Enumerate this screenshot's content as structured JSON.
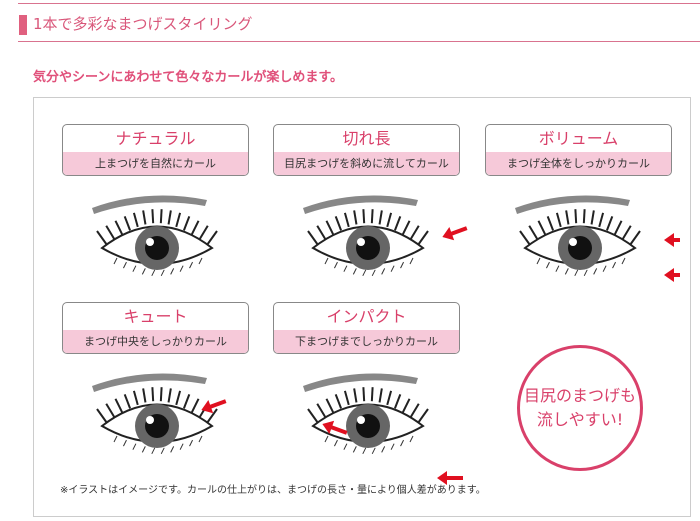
{
  "section_title": "1本で多彩なまつげスタイリング",
  "lead": "気分やシーンにあわせて色々なカールが楽しめます。",
  "styles": [
    {
      "name": "ナチュラル",
      "desc": "上まつげを自然にカール"
    },
    {
      "name": "切れ長",
      "desc": "目尻まつげを斜めに流してカール"
    },
    {
      "name": "ボリューム",
      "desc": "まつげ全体をしっかりカール"
    },
    {
      "name": "キュート",
      "desc": "まつげ中央をしっかりカール"
    },
    {
      "name": "インパクト",
      "desc": "下まつげまでしっかりカール"
    }
  ],
  "callout": {
    "line1": "目尻のまつげも",
    "line2": "流しやすい!"
  },
  "note": "※イラストはイメージです。カールの仕上がりは、まつげの長さ・量により個人差があります。",
  "colors": {
    "accent": "#d9406a",
    "sub_bg": "#f6c9d9",
    "arrow": "#e01020"
  }
}
